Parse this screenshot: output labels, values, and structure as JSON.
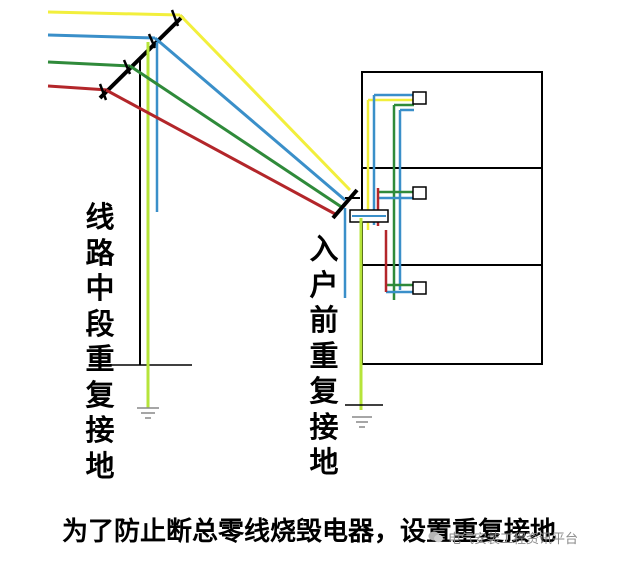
{
  "labels": {
    "left_vertical": [
      "线",
      "路",
      "中",
      "段",
      "重",
      "复",
      "接",
      "地"
    ],
    "right_vertical": [
      "入",
      "户",
      "前",
      "重",
      "复",
      "接",
      "地"
    ]
  },
  "caption": "为了防止断总零线烧毁电器，设置重复接地",
  "watermark": {
    "text": "电气安装工程资讯平台",
    "icon": "wechat-icon"
  },
  "colors": {
    "phase_yellow": "#f2ef3c",
    "phase_green": "#2f8a3a",
    "phase_red": "#b3262a",
    "neutral_blue": "#3a8fc9",
    "earth_yellow_green": "#b6e43a",
    "frame_black": "#000000"
  }
}
